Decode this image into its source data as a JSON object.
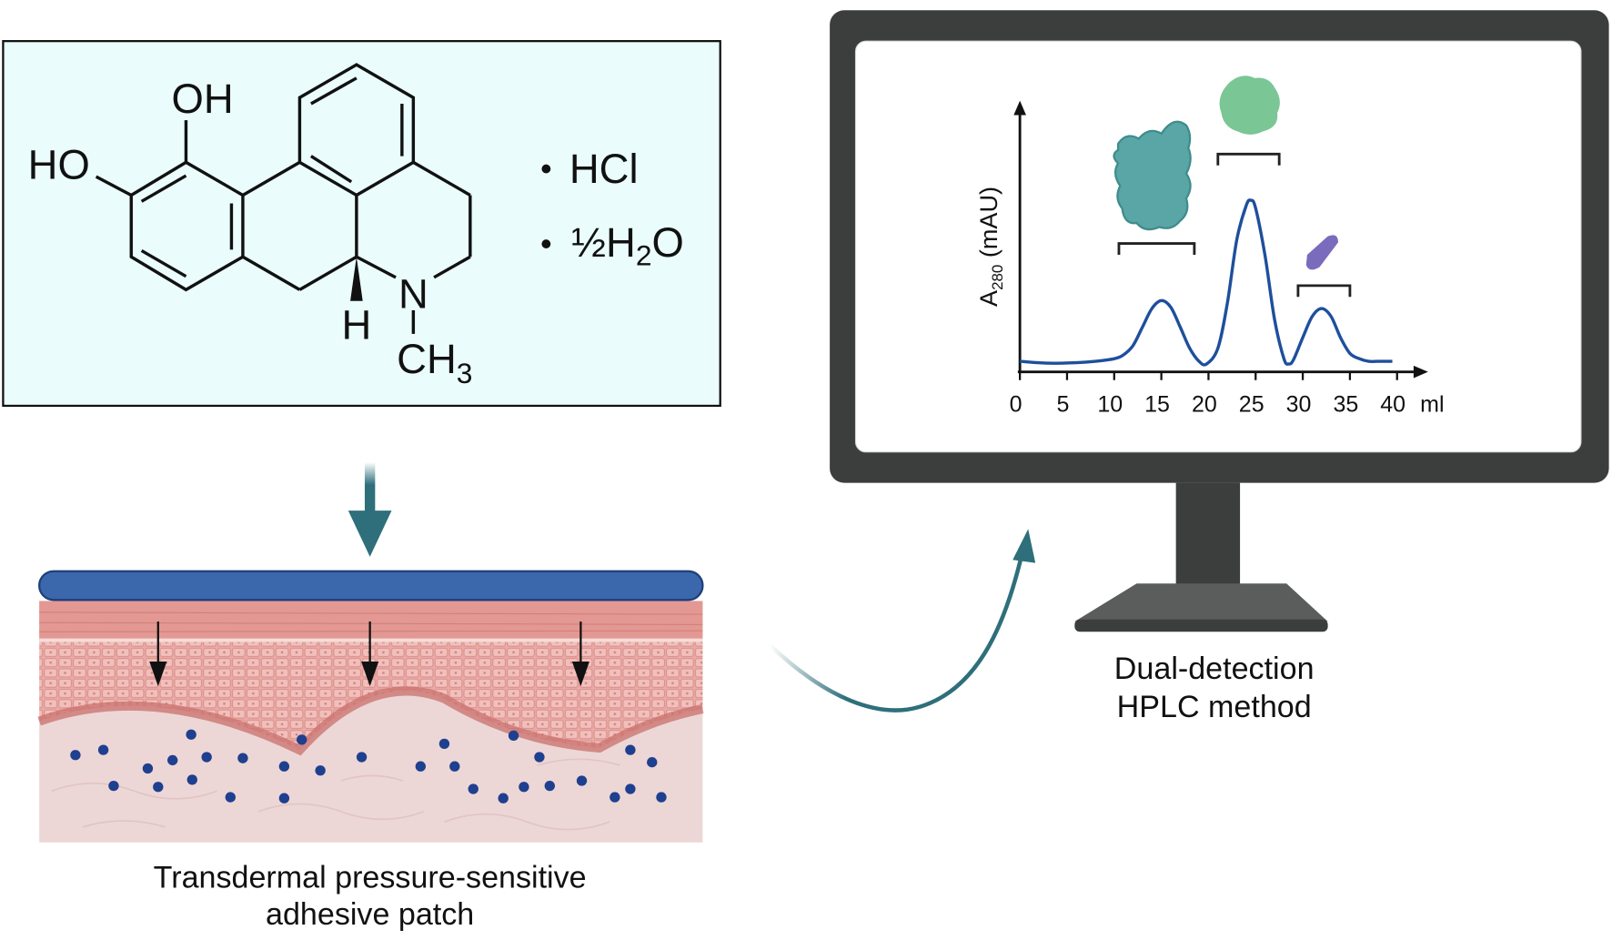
{
  "molecule": {
    "atoms": {
      "oh": "OH",
      "ho": "HO",
      "n": "N",
      "h": "H",
      "ch3_base": "CH",
      "ch3_sub": "3"
    },
    "salt": {
      "hcl": "HCl",
      "water_prefix": "½H",
      "water_sub": "2",
      "water_suffix": "O",
      "bullet": "•"
    },
    "background_color": "#eafcfc"
  },
  "patch": {
    "caption_line1": "Transdermal pressure-sensitive",
    "caption_line2": "adhesive patch",
    "patch_color": "#3b67ad",
    "drug_particle_color": "#1f3f8f"
  },
  "monitor": {
    "caption_line1": "Dual-detection",
    "caption_line2": "HPLC method",
    "frame_color": "#3b3e3c"
  },
  "arrow_color": "#2e6f7b",
  "chart_data": {
    "type": "line",
    "title": "",
    "xlabel": "ml",
    "ylabel_main": "A",
    "ylabel_sub": "280",
    "ylabel_unit": "(mAU)",
    "xlim": [
      0,
      40
    ],
    "ylim": [
      0,
      1
    ],
    "grid": false,
    "x_ticks": [
      "0",
      "5",
      "10",
      "15",
      "20",
      "25",
      "30",
      "35",
      "40"
    ],
    "series": [
      {
        "color": "#1e4f9c",
        "x": [
          0,
          3,
          6,
          8,
          10,
          11,
          12,
          13,
          14,
          15,
          16,
          17,
          18,
          19,
          19.8,
          21,
          22,
          23,
          24,
          24.5,
          25,
          26,
          27,
          28,
          28.5,
          29,
          30,
          31,
          32,
          33,
          34,
          35,
          36,
          37,
          38,
          39.5
        ],
        "y": [
          0.04,
          0.033,
          0.035,
          0.04,
          0.05,
          0.065,
          0.1,
          0.17,
          0.24,
          0.27,
          0.245,
          0.17,
          0.09,
          0.04,
          0.03,
          0.09,
          0.26,
          0.5,
          0.63,
          0.65,
          0.62,
          0.44,
          0.2,
          0.05,
          0.03,
          0.045,
          0.13,
          0.21,
          0.24,
          0.21,
          0.13,
          0.07,
          0.05,
          0.04,
          0.04,
          0.04
        ]
      }
    ],
    "annotations": [
      {
        "type": "protein-bracket",
        "x_range": [
          10.5,
          18.5
        ],
        "protein_color": "#5aa6a6"
      },
      {
        "type": "protein-bracket",
        "x_range": [
          21,
          27.5
        ],
        "protein_color": "#6cc08a"
      },
      {
        "type": "protein-bracket",
        "x_range": [
          29.5,
          35
        ],
        "protein_color": "#7b6bbd"
      }
    ]
  }
}
